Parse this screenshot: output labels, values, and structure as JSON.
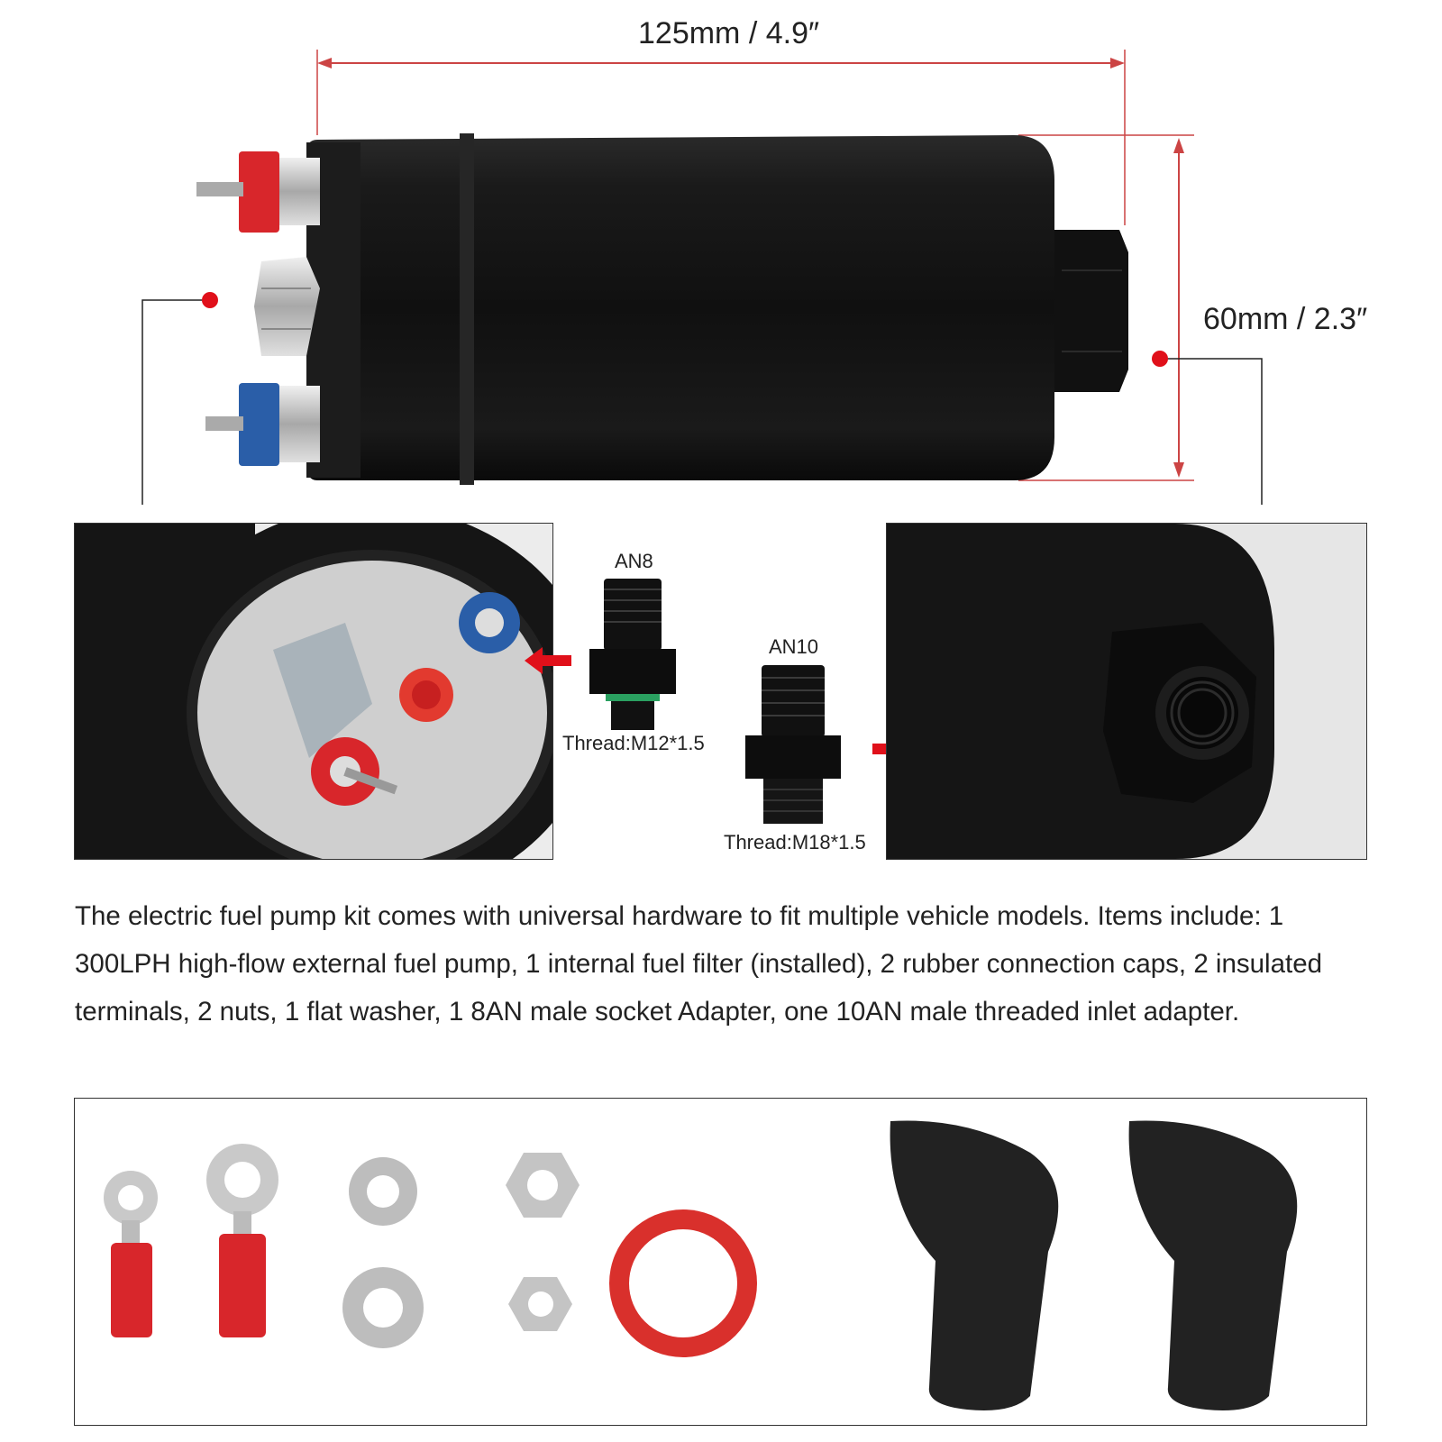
{
  "dimensions": {
    "length_label": "125mm / 4.9″",
    "diameter_label": "60mm / 2.3″"
  },
  "adapters": {
    "an8": {
      "name": "AN8",
      "thread": "Thread:M12*1.5"
    },
    "an10": {
      "name": "AN10",
      "thread": "Thread:M18*1.5"
    }
  },
  "description": "The electric fuel pump kit comes with universal hardware to fit multiple vehicle models. Items include: 1 300LPH high-flow external fuel pump, 1 internal fuel filter (installed), 2 rubber connection caps, 2 insulated terminals, 2 nuts, 1 flat washer, 1 8AN male socket Adapter, one 10AN male threaded inlet adapter.",
  "colors": {
    "accent_red": "#e0101a",
    "pump_body": "#151515",
    "terminal_red": "#d8262b",
    "terminal_blue": "#2a5ea8",
    "washer_red": "#d9302c"
  },
  "icons": [
    "arrow-left-icon",
    "arrow-right-icon",
    "callout-dot-icon"
  ]
}
